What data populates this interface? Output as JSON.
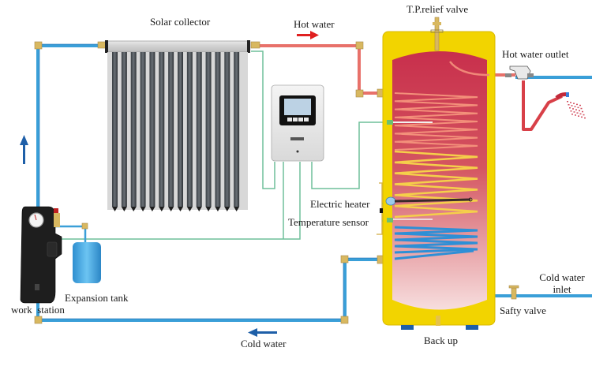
{
  "diagram": {
    "title": "Solar water heating system",
    "labels": {
      "solar_collector": "Solar collector",
      "hot_water": "Hot water",
      "tp_relief_valve": "T.P.relief valve",
      "hot_water_outlet": "Hot water outlet",
      "electric_heater": "Electric heater",
      "temperature_sensor": "Temperature sensor",
      "cold_water_inlet_line1": "Cold water",
      "cold_water_inlet_line2": "inlet",
      "safety_valve": "Safty valve",
      "back_up": "Back up",
      "cold_water": "Cold water",
      "expansion_tank": "Expansion tank",
      "work_station": "work  station"
    },
    "flow_arrows": {
      "hot_water": "right",
      "cold_water": "left",
      "return_up": "up"
    },
    "colors": {
      "hot_pipe": "#e8716a",
      "cold_pipe": "#3a9fd8",
      "arrow_hot": "#e02020",
      "arrow_cold": "#1e5fa8",
      "tank_shell": "#f2d400",
      "tank_inner_top": "#cc3550",
      "tank_inner_bottom": "#f5d6d6",
      "wire": "#6fbf9a",
      "fitting": "#d8b860"
    },
    "collector_tube_count": 14
  }
}
